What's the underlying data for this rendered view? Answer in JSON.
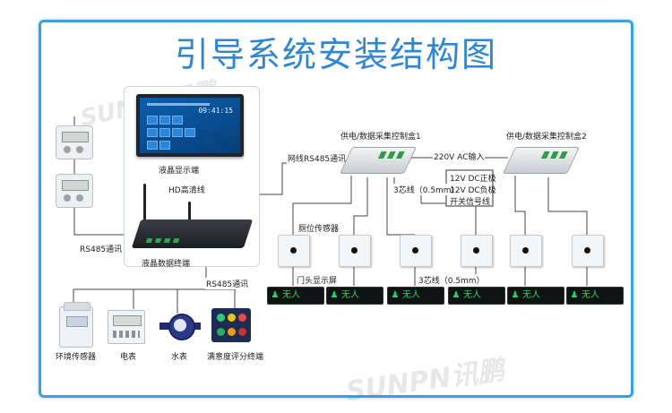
{
  "title": "引导系统安装结构图",
  "watermark": "SUNPN讯鹏",
  "labels": {
    "lcd_display": "液晶显示端",
    "hd_cable": "HD高清线",
    "lcd_terminal": "液晶数据终端",
    "rs485_left": "RS485通讯",
    "rs485_bottom": "RS485通讯",
    "net_rs485": "网线RS485通讯",
    "ctrl_box_1": "供电/数据采集控制盒1",
    "ctrl_box_2": "供电/数据采集控制盒2",
    "ac_input": "220V AC输入",
    "cable_top": "3芯线（0.5mm）",
    "cable_bottom": "3芯线（0.5mm）",
    "dc_pos": "12V DC正极",
    "dc_neg": "12V DC负极",
    "switch_signal": "开关信号线",
    "stall_sensor": "厕位传感器",
    "door_display": "门头显示屏",
    "env_sensor": "环境传感器",
    "electric_meter": "电表",
    "water_meter": "水表",
    "satisfaction": "满意度评分终端"
  },
  "lcd_clock": "09:41:15",
  "door_text": "无人",
  "icons": {
    "person": "person-icon"
  },
  "colors": {
    "frame": "#3aa0e0",
    "title": "#2e86d4",
    "door_text": "#2ecf6c"
  }
}
